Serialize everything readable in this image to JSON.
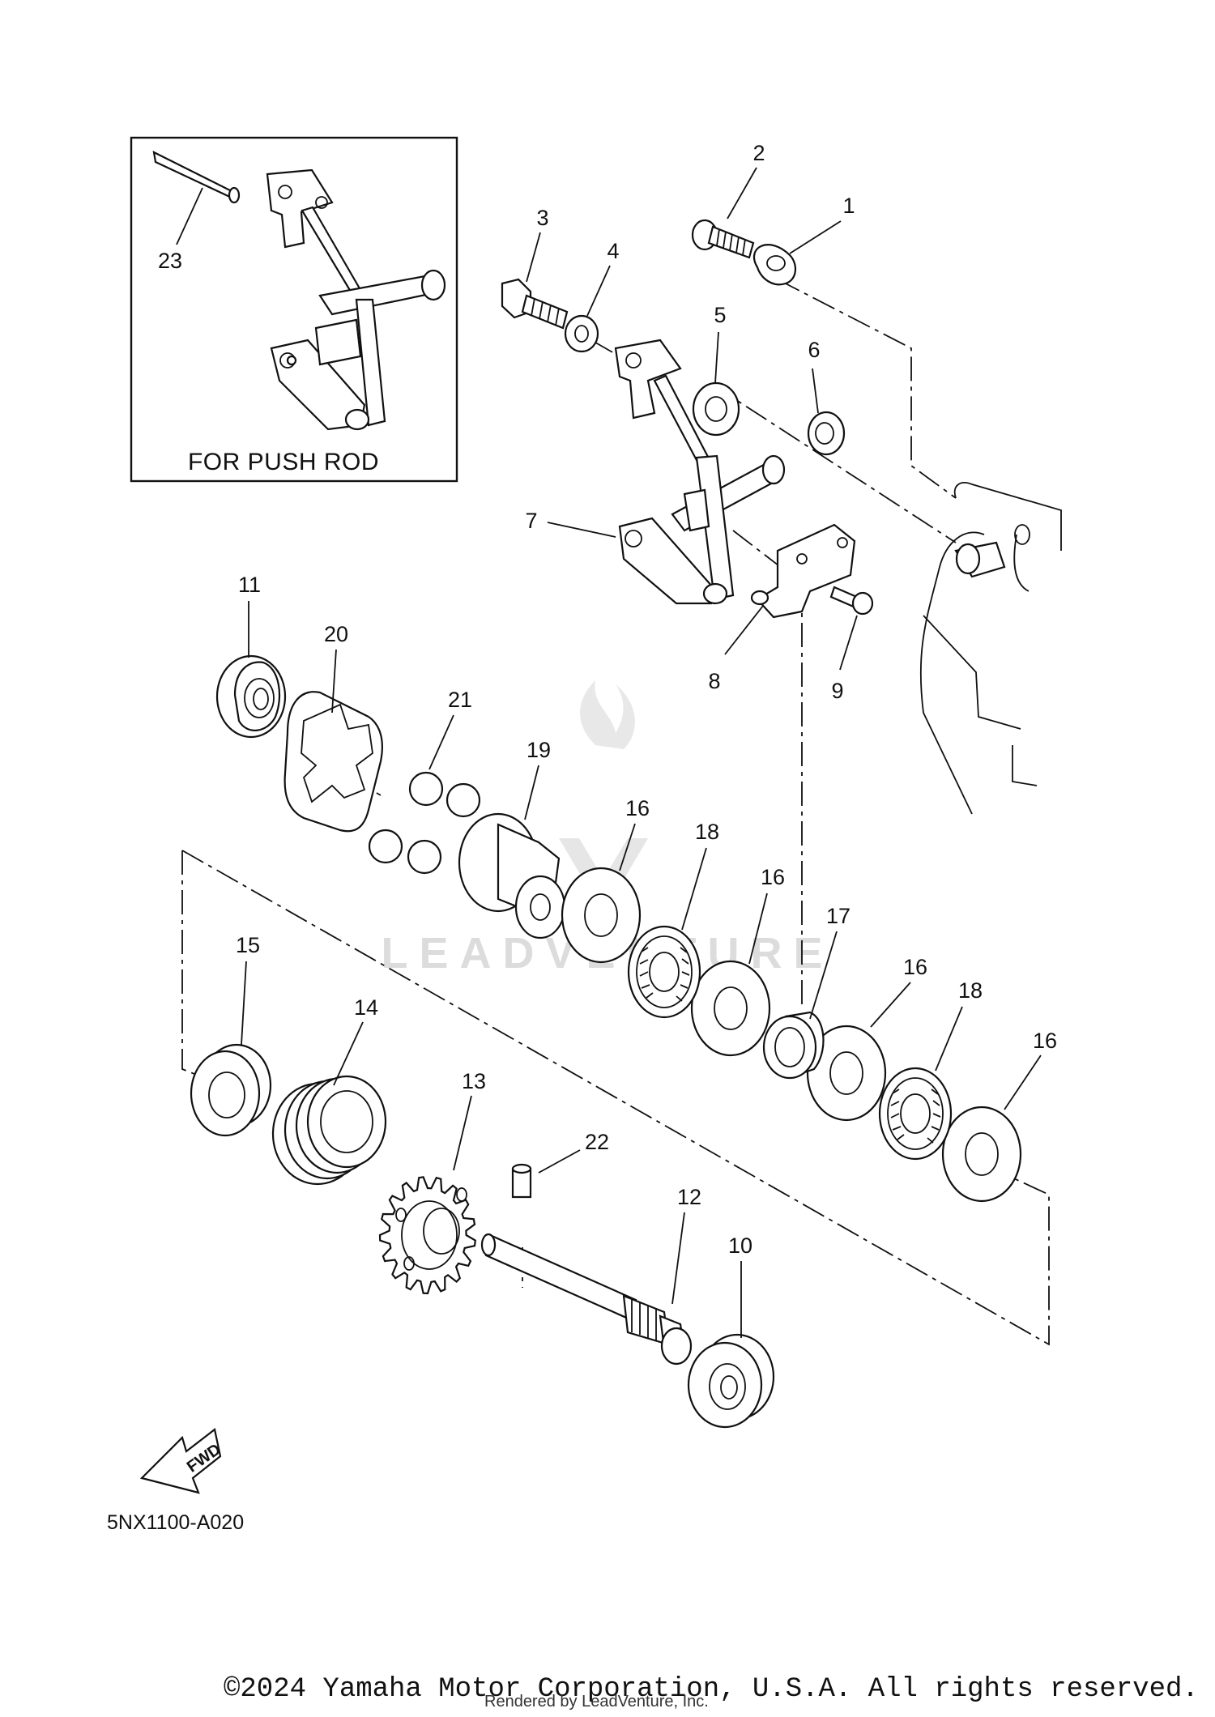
{
  "diagram": {
    "inset_title": "FOR PUSH ROD",
    "diagram_code": "5NX1100-A020",
    "fwd_label": "FWD",
    "watermark_text": "LEADVENTURE",
    "copyright": "©2024 Yamaha Motor Corporation, U.S.A. All rights reserved.",
    "rendered_by": "Rendered by LeadVenture, Inc.",
    "callouts": [
      {
        "id": "c1",
        "label": "1"
      },
      {
        "id": "c2",
        "label": "2"
      },
      {
        "id": "c3",
        "label": "3"
      },
      {
        "id": "c4",
        "label": "4"
      },
      {
        "id": "c5",
        "label": "5"
      },
      {
        "id": "c6",
        "label": "6"
      },
      {
        "id": "c7",
        "label": "7"
      },
      {
        "id": "c8",
        "label": "8"
      },
      {
        "id": "c9",
        "label": "9"
      },
      {
        "id": "c10",
        "label": "10"
      },
      {
        "id": "c11",
        "label": "11"
      },
      {
        "id": "c12",
        "label": "12"
      },
      {
        "id": "c13",
        "label": "13"
      },
      {
        "id": "c14",
        "label": "14"
      },
      {
        "id": "c15",
        "label": "15"
      },
      {
        "id": "c16a",
        "label": "16"
      },
      {
        "id": "c16b",
        "label": "16"
      },
      {
        "id": "c16c",
        "label": "16"
      },
      {
        "id": "c16d",
        "label": "16"
      },
      {
        "id": "c17",
        "label": "17"
      },
      {
        "id": "c18a",
        "label": "18"
      },
      {
        "id": "c18b",
        "label": "18"
      },
      {
        "id": "c19",
        "label": "19"
      },
      {
        "id": "c20",
        "label": "20"
      },
      {
        "id": "c21",
        "label": "21"
      },
      {
        "id": "c22",
        "label": "22"
      },
      {
        "id": "c23",
        "label": "23"
      }
    ]
  }
}
